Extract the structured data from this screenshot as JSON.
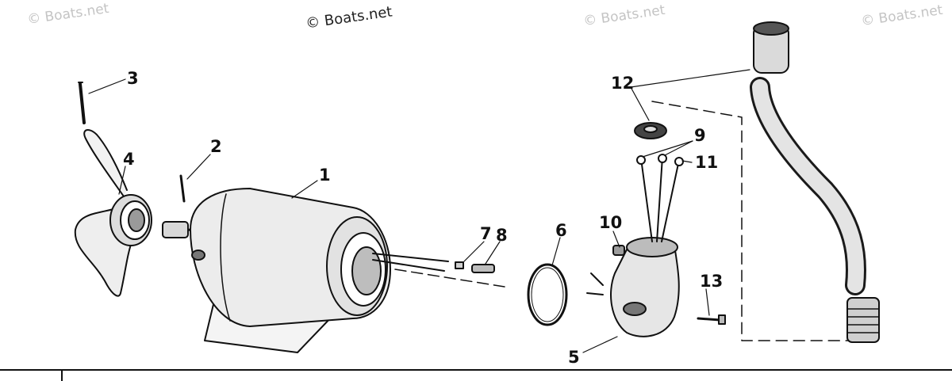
{
  "watermarks": [
    "© Boats.net",
    "© Boats.net",
    "© Boats.net",
    "© Boats.net"
  ],
  "callouts": [
    "1",
    "2",
    "3",
    "4",
    "5",
    "6",
    "7",
    "8",
    "9",
    "10",
    "11",
    "12",
    "13"
  ]
}
